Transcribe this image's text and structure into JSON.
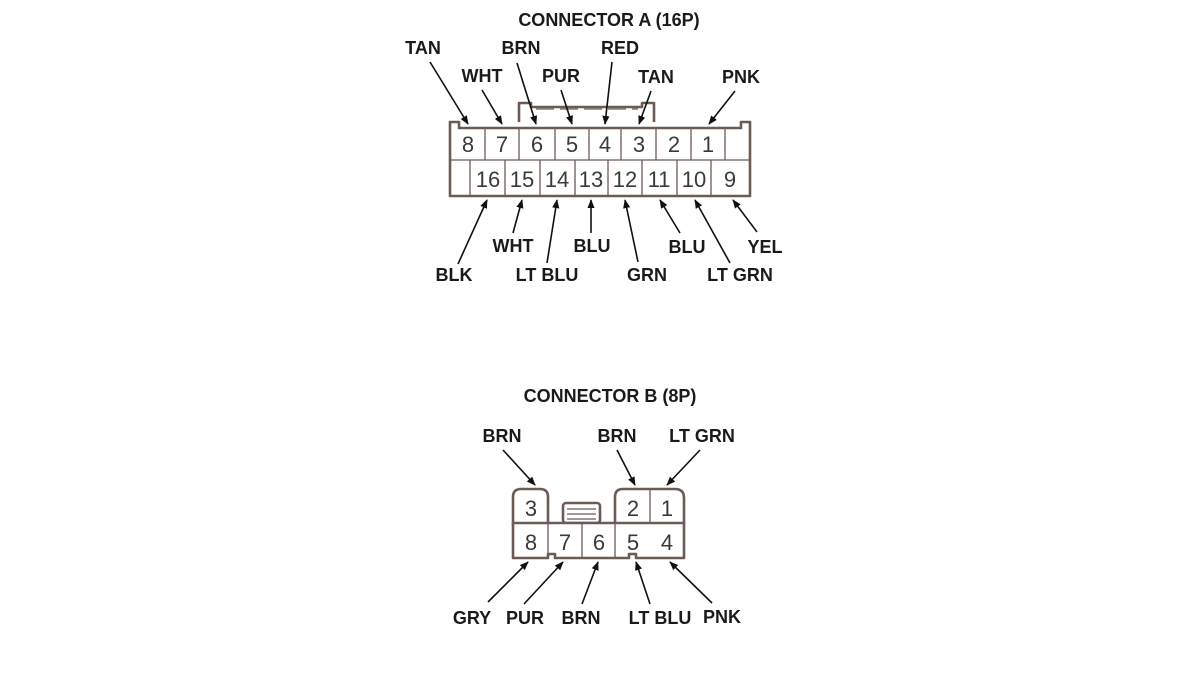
{
  "connector_a": {
    "title": "CONNECTOR A (16P)",
    "pins_top": [
      "8",
      "7",
      "6",
      "5",
      "4",
      "3",
      "2",
      "1"
    ],
    "pins_bottom": [
      "16",
      "15",
      "14",
      "13",
      "12",
      "11",
      "10",
      "9"
    ],
    "wires": {
      "pin8": "TAN",
      "pin7": "WHT",
      "pin6": "BRN",
      "pin5": "PUR",
      "pin4": "RED",
      "pin3": "TAN",
      "pin1": "PNK",
      "pin16": "BLK",
      "pin15": "WHT",
      "pin14": "LT BLU",
      "pin13": "BLU",
      "pin12": "GRN",
      "pin11": "BLU",
      "pin10": "LT GRN",
      "pin9": "YEL"
    }
  },
  "connector_b": {
    "title": "CONNECTOR B (8P)",
    "pins": [
      "3",
      "2",
      "1",
      "8",
      "7",
      "6",
      "5",
      "4"
    ],
    "wires": {
      "pin3": "BRN",
      "pin2": "BRN",
      "pin1": "LT GRN",
      "pin8": "GRY",
      "pin7": "PUR",
      "pin6": "BRN",
      "pin5": "LT BLU",
      "pin4": "PNK"
    }
  },
  "colors": {
    "outline": "#6b5b54",
    "text": "#1a1a1a",
    "arrow": "#111111"
  }
}
